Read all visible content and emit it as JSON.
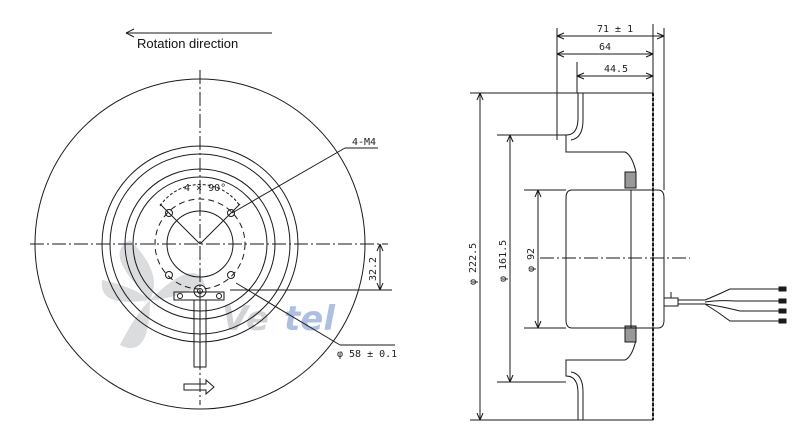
{
  "front_view": {
    "rotation_label": "Rotation direction",
    "thread_callout": "4-M4",
    "angle_callout": "4 × 90°",
    "offset_dim": "32.2",
    "hole_circle_dim": "φ 58 ± 0.1"
  },
  "side_view": {
    "overall_depth": "71 ± 1",
    "depth_64": "64",
    "depth_44_5": "44.5",
    "outer_diameter": "φ 222.5",
    "inlet_diameter": "φ 161.5",
    "motor_diameter": "φ 92"
  },
  "watermark": {
    "text_grey": "Ve",
    "text_blue": "tel",
    "colors": {
      "grey": "#c9ccd0",
      "blue": "#9fb6dc"
    }
  },
  "colors": {
    "line": "#1a1a1a",
    "hatch": "#333333"
  }
}
